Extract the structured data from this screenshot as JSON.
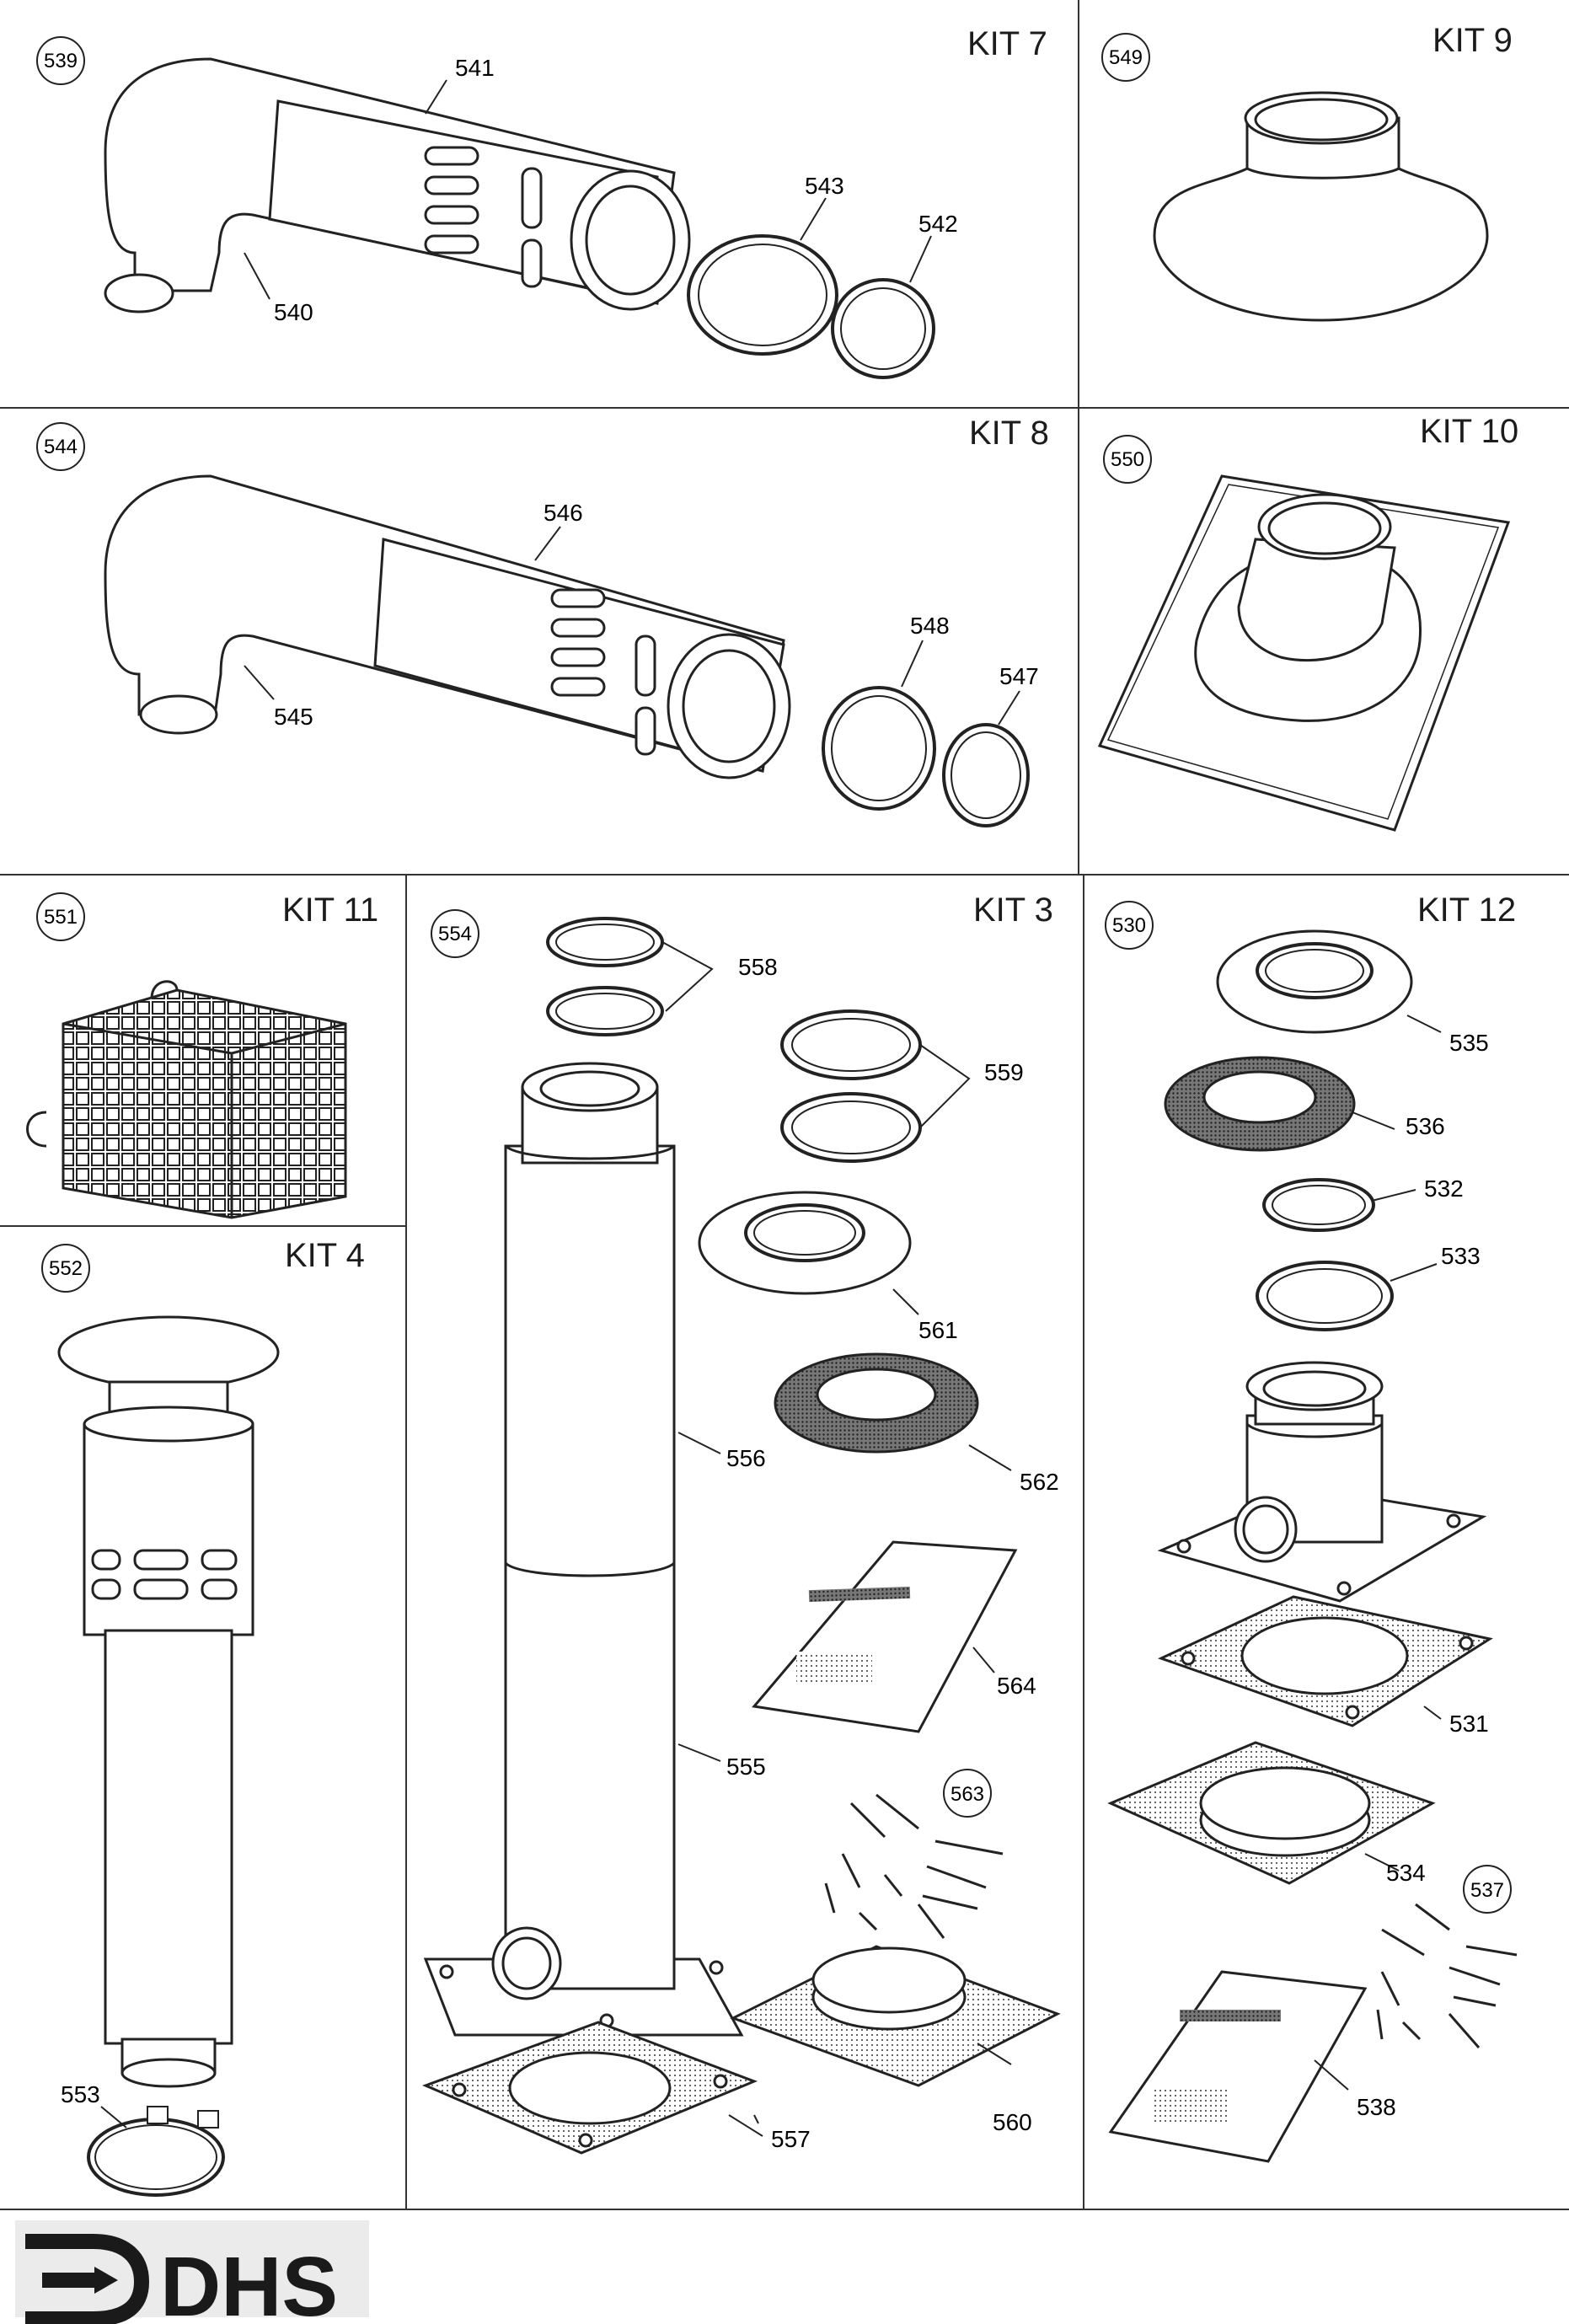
{
  "kits": {
    "kit7": {
      "title": "KIT 7",
      "ref": "539",
      "parts": [
        "541",
        "540",
        "543",
        "542"
      ]
    },
    "kit9": {
      "title": "KIT 9",
      "ref": "549"
    },
    "kit8": {
      "title": "KIT 8",
      "ref": "544",
      "parts": [
        "546",
        "545",
        "548",
        "547"
      ]
    },
    "kit10": {
      "title": "KIT 10",
      "ref": "550"
    },
    "kit11": {
      "title": "KIT 11",
      "ref": "551"
    },
    "kit4": {
      "title": "KIT 4",
      "ref": "552",
      "parts": [
        "553"
      ]
    },
    "kit3": {
      "title": "KIT 3",
      "ref": "554",
      "parts": [
        "558",
        "559",
        "561",
        "562",
        "556",
        "564",
        "555",
        "563",
        "557",
        "560"
      ]
    },
    "kit12": {
      "title": "KIT 12",
      "ref": "530",
      "parts": [
        "535",
        "536",
        "532",
        "533",
        "531",
        "534",
        "537",
        "538"
      ]
    }
  },
  "logo": {
    "text": "DHS"
  }
}
